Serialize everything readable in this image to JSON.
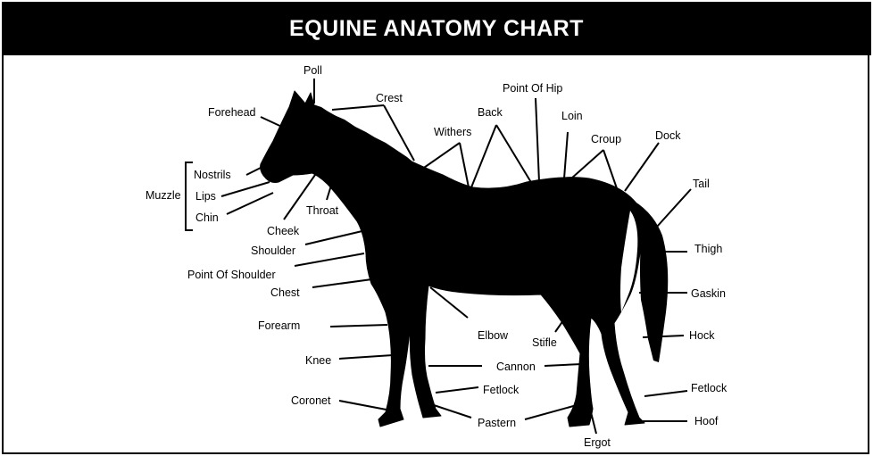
{
  "title": "EQUINE ANATOMY CHART",
  "labels": {
    "poll": "Poll",
    "forehead": "Forehead",
    "crest": "Crest",
    "point_of_hip": "Point Of Hip",
    "back": "Back",
    "withers": "Withers",
    "loin": "Loin",
    "croup": "Croup",
    "dock": "Dock",
    "tail": "Tail",
    "nostrils": "Nostrils",
    "muzzle": "Muzzle",
    "lips": "Lips",
    "chin": "Chin",
    "throat": "Throat",
    "cheek": "Cheek",
    "shoulder": "Shoulder",
    "point_of_shoulder": "Point Of Shoulder",
    "chest": "Chest",
    "thigh": "Thigh",
    "gaskin": "Gaskin",
    "forearm": "Forearm",
    "elbow": "Elbow",
    "stifle": "Stifle",
    "hock": "Hock",
    "knee": "Knee",
    "cannon": "Cannon",
    "fetlock_front": "Fetlock",
    "fetlock_hind": "Fetlock",
    "coronet": "Coronet",
    "pastern": "Pastern",
    "hoof": "Hoof",
    "ergot": "Ergot"
  }
}
